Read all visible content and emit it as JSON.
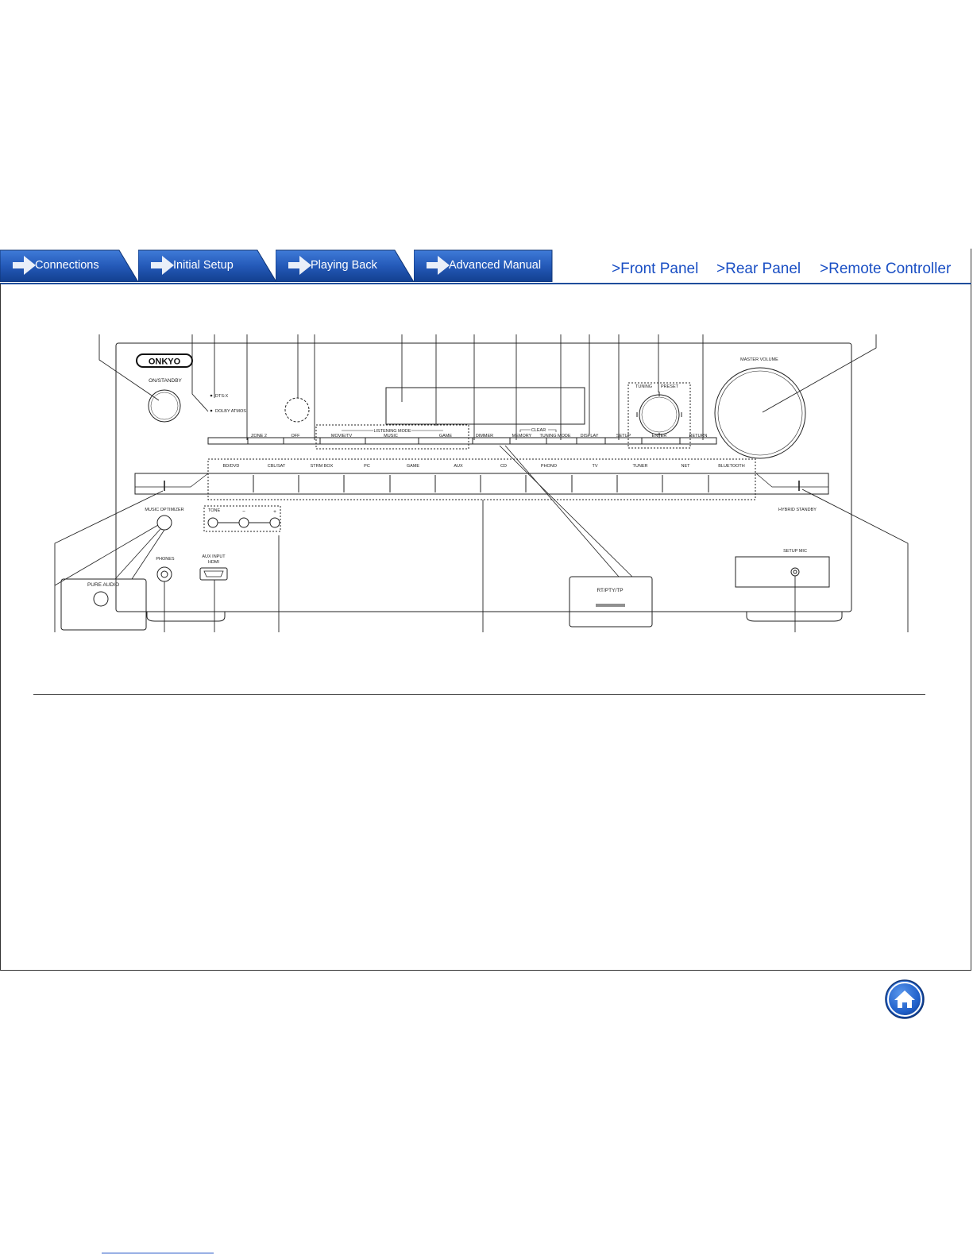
{
  "tabs": [
    {
      "label": "Connections"
    },
    {
      "label": "Initial Setup"
    },
    {
      "label": "Playing Back"
    },
    {
      "label": "Advanced Manual"
    }
  ],
  "links": {
    "front_panel": ">Front Panel",
    "rear_panel": ">Rear Panel",
    "remote_controller": ">Remote Controller"
  },
  "panel": {
    "brand": "ONKYO",
    "on_standby": "ON/STANDBY",
    "dtsx": "DTS:X",
    "dolby_atmos": "DOLBY ATMOS",
    "zone2": "ZONE 2",
    "off": "OFF",
    "listening_mode": "LISTENING MODE",
    "movie_tv": "MOVIE/TV",
    "music": "MUSIC",
    "game_mode": "GAME",
    "dimmer": "DIMMER",
    "clear": "CLEAR",
    "memory": "MEMORY",
    "tuning_mode": "TUNING MODE",
    "display": "DISPLAY",
    "setup": "SETUP",
    "tuning": "TUNING",
    "preset": "PRESET",
    "enter": "ENTER",
    "return": "RETURN",
    "master_volume": "MASTER VOLUME",
    "inputs": [
      "BD/DVD",
      "CBL/SAT",
      "STRM BOX",
      "PC",
      "GAME",
      "AUX",
      "CD",
      "PHONO",
      "TV",
      "TUNER",
      "NET",
      "BLUETOOTH"
    ],
    "music_optimizer": "MUSIC OPTIMIZER",
    "tone": "TONE",
    "minus": "−",
    "plus": "+",
    "hybrid_standby": "HYBRID STANDBY",
    "pure_audio": "PURE AUDIO",
    "phones": "PHONES",
    "aux_input_line1": "AUX INPUT",
    "aux_input_line2": "HDMI",
    "rt_pty_tp": "RT/PTY/TP",
    "setup_mic": "SETUP MIC"
  }
}
